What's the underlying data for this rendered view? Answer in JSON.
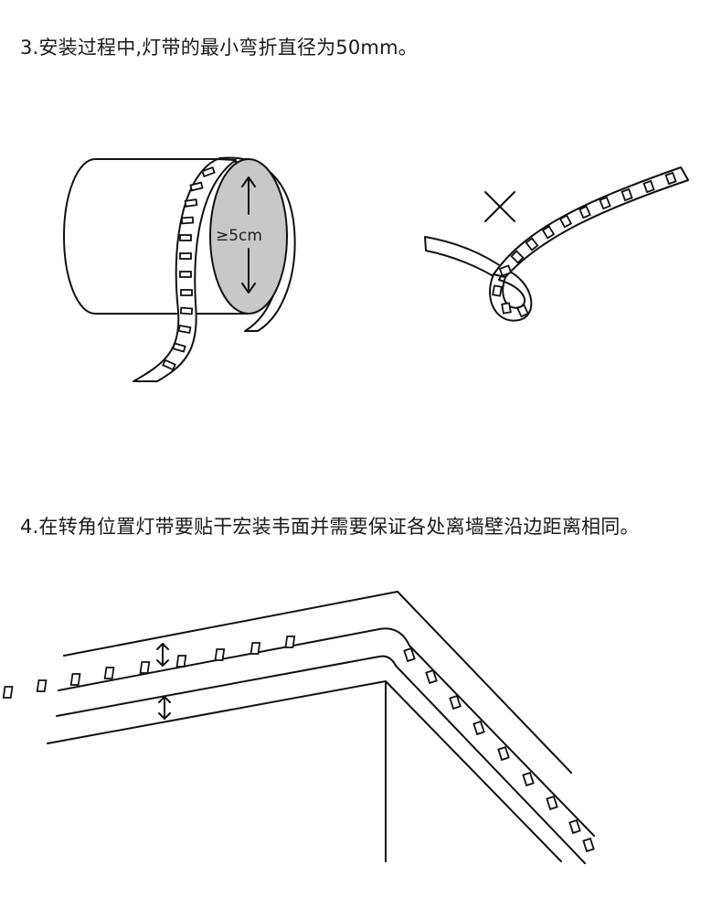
{
  "step3": {
    "text": "3.安装过程中,灯带的最小弯折直径为50mm。",
    "diameter_label": "≥5cm"
  },
  "step4": {
    "text": "4.在转角位置灯带要贴干宏装韦面并需要保证各处离墙壁沿边距离相同。"
  }
}
